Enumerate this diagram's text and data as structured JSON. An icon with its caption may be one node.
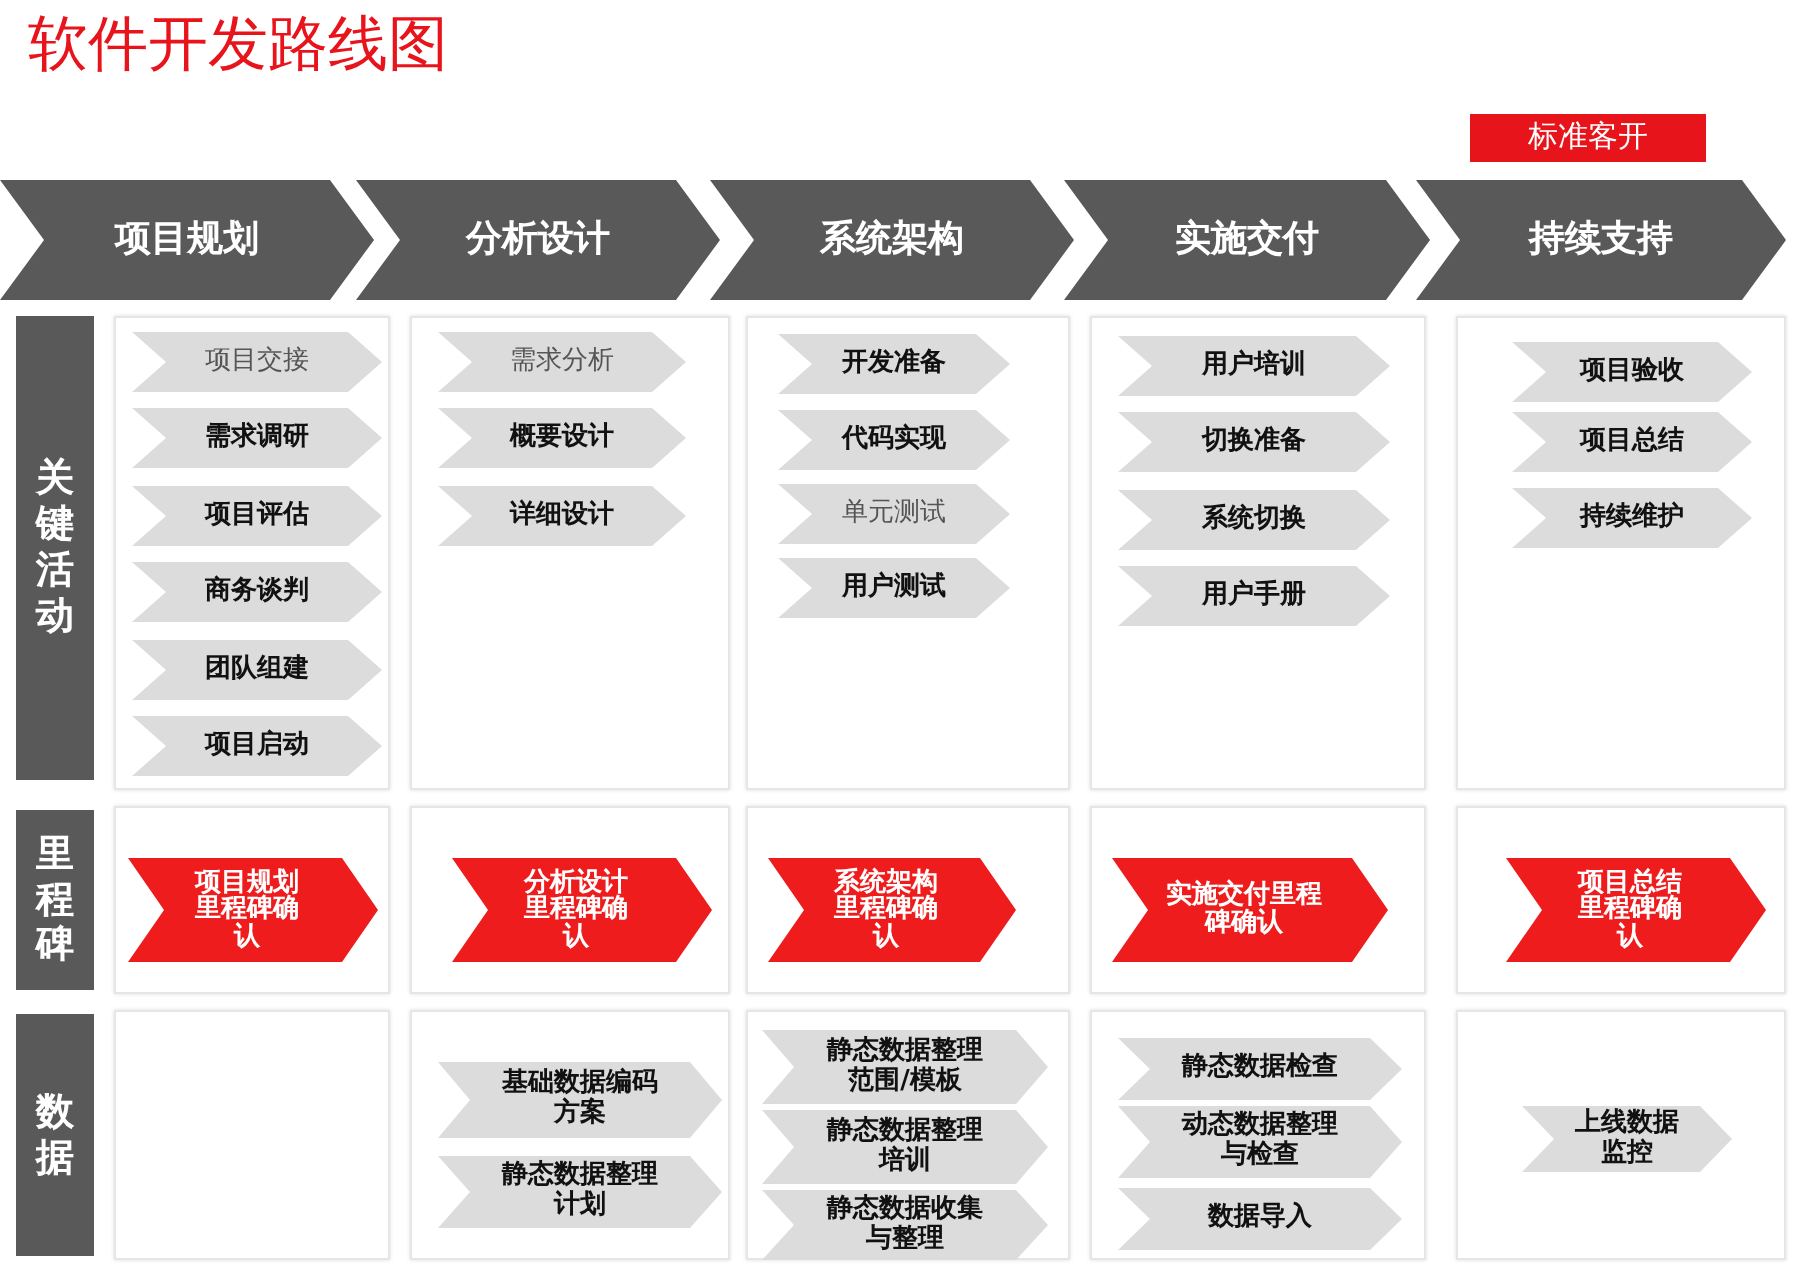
{
  "diagram": {
    "title": "软件开发路线图",
    "nodes": [
      {
        "text": [
          "标准客开"
        ]
      },
      {
        "text": [
          "项目规划"
        ]
      },
      {
        "text": [
          "分析设计"
        ]
      },
      {
        "text": [
          "系统架构"
        ]
      },
      {
        "text": [
          "实施交付"
        ]
      },
      {
        "text": [
          "持续支持"
        ]
      },
      {
        "text": [
          "关键活动"
        ]
      },
      {
        "text": [],
        "shape": "box"
      },
      {
        "text": [
          "项目交接"
        ],
        "in": 7
      },
      {
        "text": [
          "需求调研"
        ],
        "in": 7
      },
      {
        "text": [
          "项目评估"
        ],
        "in": 7
      },
      {
        "text": [
          "商务谈判"
        ],
        "in": 7
      },
      {
        "text": [
          "团队组建"
        ],
        "in": 7
      },
      {
        "text": [
          "项目启动"
        ],
        "in": 7
      },
      {
        "text": [],
        "shape": "box"
      },
      {
        "text": [
          "需求分析"
        ],
        "in": 14
      },
      {
        "text": [
          "概要设计"
        ],
        "in": 14
      },
      {
        "text": [
          "详细设计"
        ],
        "in": 14
      },
      {
        "text": [],
        "shape": "box"
      },
      {
        "text": [
          "开发准备"
        ],
        "in": 18
      },
      {
        "text": [
          "代码实现"
        ],
        "in": 18
      },
      {
        "text": [
          "单元测试"
        ],
        "in": 18
      },
      {
        "text": [
          "用户测试"
        ],
        "in": 18
      },
      {
        "text": [],
        "shape": "box"
      },
      {
        "text": [
          "用户培训"
        ],
        "in": 23
      },
      {
        "text": [
          "切换准备"
        ],
        "in": 23
      },
      {
        "text": [
          "系统切换"
        ],
        "in": 23
      },
      {
        "text": [
          "用户手册"
        ],
        "in": 23
      },
      {
        "text": [],
        "shape": "box"
      },
      {
        "text": [
          "项目验收"
        ],
        "in": 28
      },
      {
        "text": [
          "项目总结"
        ],
        "in": 28
      },
      {
        "text": [
          "持续维护"
        ],
        "in": 28
      },
      {
        "text": [
          "里程碑"
        ]
      },
      {
        "text": [],
        "shape": "box"
      },
      {
        "text": [
          "项目规划里程碑确认"
        ],
        "in": 33
      },
      {
        "text": [],
        "shape": "box"
      },
      {
        "text": [
          "分析设计里程碑确认"
        ],
        "in": 35
      },
      {
        "text": [],
        "shape": "box"
      },
      {
        "text": [
          "系统架构里程碑确认"
        ],
        "in": 37
      },
      {
        "text": [],
        "shape": "box"
      },
      {
        "text": [
          "实施交付里程碑确认"
        ],
        "in": 39
      },
      {
        "text": [],
        "shape": "box"
      },
      {
        "text": [
          "项目总结里程碑确认"
        ],
        "in": 41
      },
      {
        "text": [
          "数据"
        ]
      },
      {
        "text": [],
        "shape": "box"
      },
      {
        "text": [],
        "shape": "box"
      },
      {
        "text": [
          "基础数据编码方案"
        ],
        "in": 45
      },
      {
        "text": [
          "静态数据整理计划"
        ],
        "in": 45
      },
      {
        "text": [],
        "shape": "box"
      },
      {
        "text": [
          "静态数据整理范围/模板"
        ],
        "in": 48
      },
      {
        "text": [
          "静态数据整理培训"
        ],
        "in": 48
      },
      {
        "text": [
          "静态数据收集与整理"
        ],
        "in": 48
      },
      {
        "text": [],
        "shape": "box"
      },
      {
        "text": [
          "静态数据检查"
        ],
        "in": 52
      },
      {
        "text": [
          "动态数据整理与检查"
        ],
        "in": 52
      },
      {
        "text": [
          "数据导入"
        ],
        "in": 52
      },
      {
        "text": [],
        "shape": "box"
      },
      {
        "text": [
          "上线数据监控"
        ],
        "in": 56
      }
    ]
  }
}
